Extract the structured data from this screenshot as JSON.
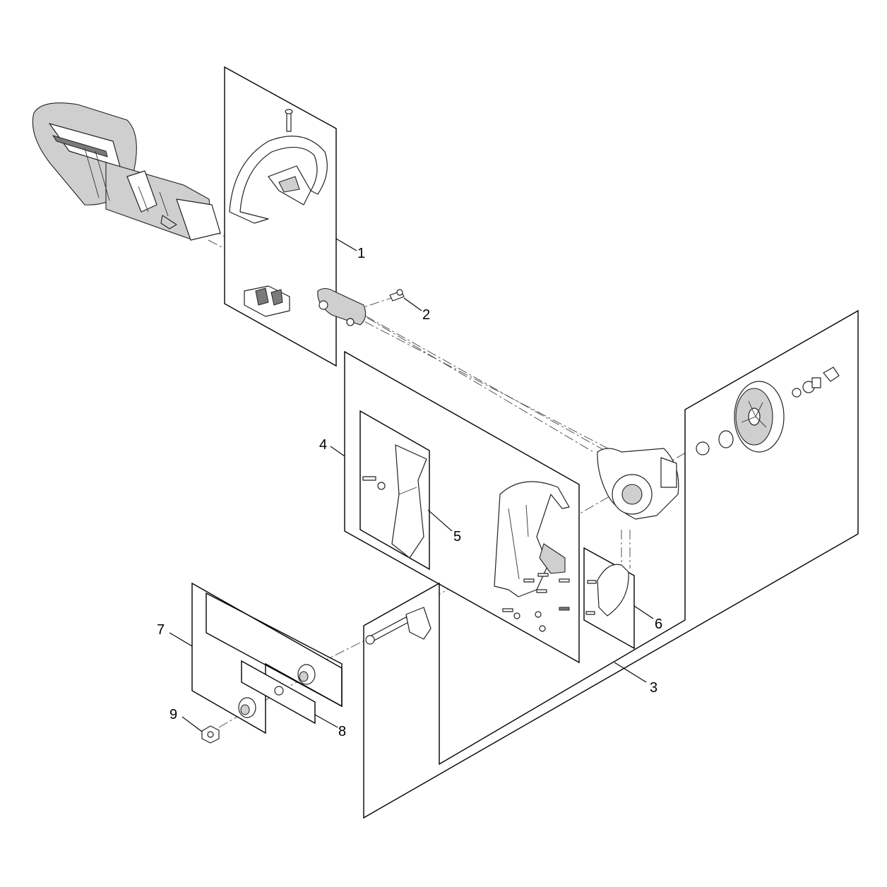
{
  "callouts": [
    {
      "id": "callout-1",
      "label": "1"
    },
    {
      "id": "callout-2",
      "label": "2"
    },
    {
      "id": "callout-3",
      "label": "3"
    },
    {
      "id": "callout-4",
      "label": "4"
    },
    {
      "id": "callout-5",
      "label": "5"
    },
    {
      "id": "callout-6",
      "label": "6"
    },
    {
      "id": "callout-7",
      "label": "7"
    },
    {
      "id": "callout-8",
      "label": "8"
    },
    {
      "id": "callout-9",
      "label": "9"
    }
  ],
  "colors": {
    "line": "#000000",
    "part_fill": "#ffffff",
    "part_shade": "#cfcfcf",
    "part_dark": "#7a7a7a"
  }
}
